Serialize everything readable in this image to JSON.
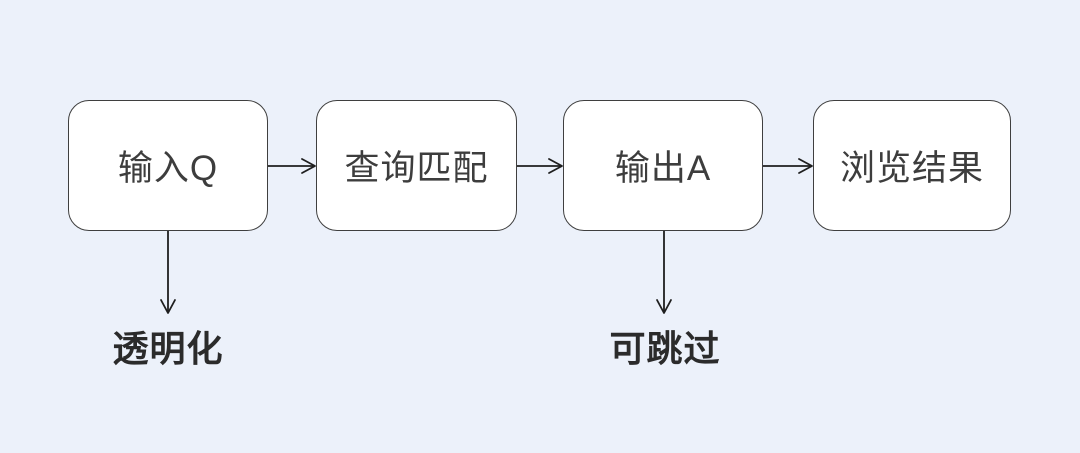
{
  "diagram": {
    "type": "flowchart",
    "direction": "left-to-right",
    "nodes": [
      {
        "id": "input-q",
        "label": "输入Q"
      },
      {
        "id": "match",
        "label": "查询匹配"
      },
      {
        "id": "output-a",
        "label": "输出A"
      },
      {
        "id": "browse",
        "label": "浏览结果"
      }
    ],
    "edges": [
      {
        "from": "输入Q",
        "to": "查询匹配"
      },
      {
        "from": "查询匹配",
        "to": "输出A"
      },
      {
        "from": "输出A",
        "to": "浏览结果"
      }
    ],
    "annotations": [
      {
        "attached_to": "输入Q",
        "label": "透明化"
      },
      {
        "attached_to": "输出A",
        "label": "可跳过"
      }
    ],
    "colors": {
      "background": "#ecf1fa",
      "node_fill": "#ffffff",
      "node_border": "#3f3f3f",
      "arrow": "#1f1f1f",
      "node_text": "#3d3d3d",
      "annotation_text": "#2b2b2b"
    }
  }
}
